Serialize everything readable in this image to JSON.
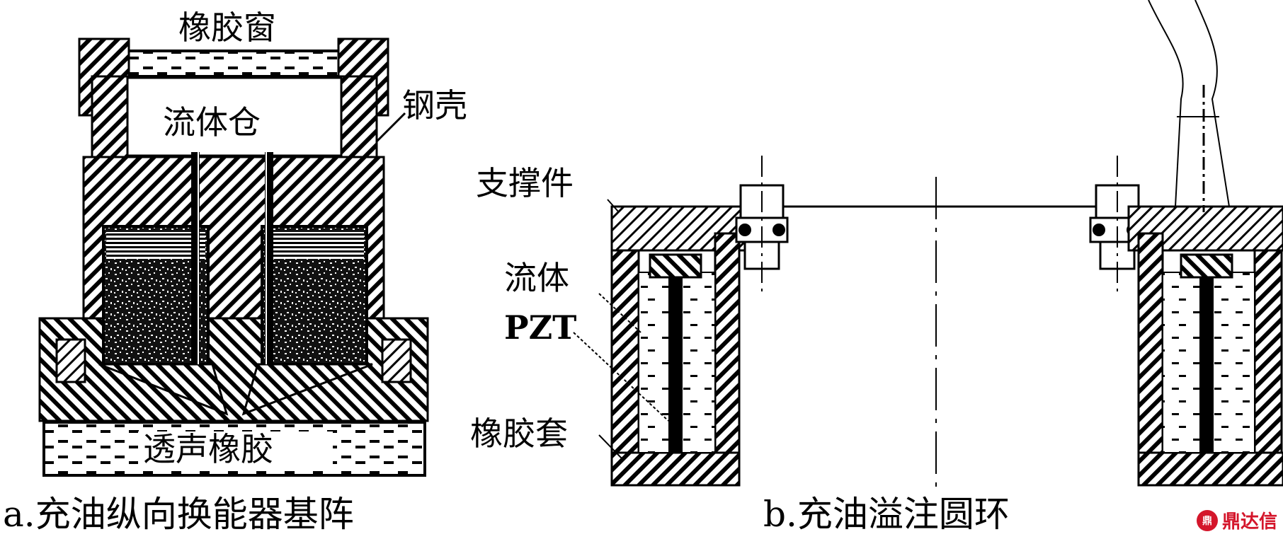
{
  "left_panel": {
    "caption": "a.充油纵向换能器基阵",
    "labels": {
      "rubber_window": "橡胶窗",
      "fluid_chamber": "流体仓",
      "steel_shell": "钢壳",
      "sound_transparent_rubber": "透声橡胶"
    }
  },
  "right_panel": {
    "caption": "b.充油溢注圆环",
    "labels": {
      "support": "支撑件",
      "fluid": "流体",
      "pzt": "PZT",
      "rubber_sleeve": "橡胶套"
    }
  },
  "watermark": {
    "text": "鼎达信",
    "logo": "鼎"
  },
  "colors": {
    "ink": "#000000",
    "paper": "#ffffff",
    "watermark": "#d4162b"
  }
}
